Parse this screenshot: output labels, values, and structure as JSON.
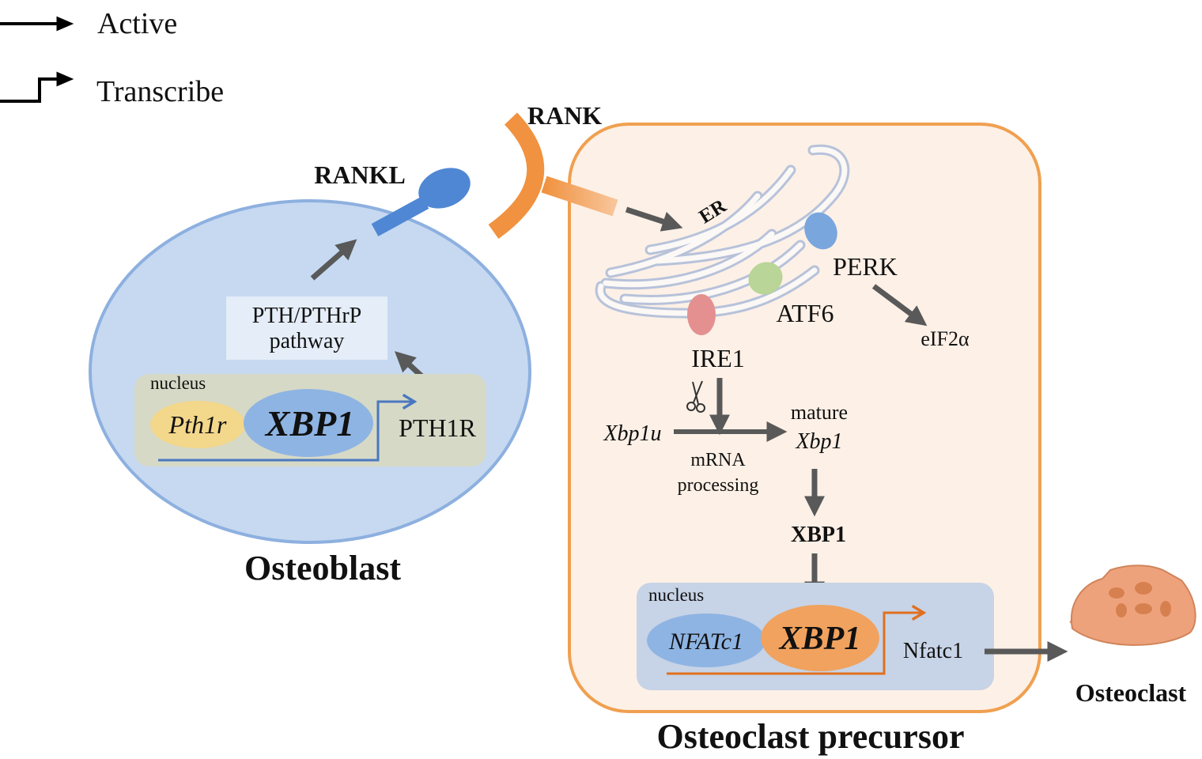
{
  "legend": {
    "active": "Active",
    "transcribe": "Transcribe"
  },
  "osteoblast": {
    "label": "Osteoblast",
    "rankl": "RANKL",
    "pathway_line1": "PTH/PTHrP",
    "pathway_line2": "pathway",
    "nucleus": "nucleus",
    "pth1r_gene": "Pth1r",
    "xbp1": "XBP1",
    "pth1r_protein": "PTH1R"
  },
  "precursor": {
    "label": "Osteoclast precursor",
    "rank": "RANK",
    "er": "ER",
    "perk": "PERK",
    "atf6": "ATF6",
    "ire1": "IRE1",
    "eif2a": "eIF2α",
    "xbp1u": "Xbp1u",
    "mrna_line1": "mRNA",
    "mrna_line2": "processing",
    "mature_line1": "mature",
    "mature_line2": "Xbp1",
    "xbp1_protein": "XBP1",
    "nucleus": "nucleus",
    "nfatc1_protein": "NFATc1",
    "xbp1_nuclear": "XBP1",
    "nfatc1_gene": "Nfatc1"
  },
  "osteoclast": {
    "label": "Osteoclast"
  },
  "colors": {
    "osteoblast_fill": "#c6d9f1",
    "osteoblast_stroke": "#8db0df",
    "precursor_fill": "#fdf0e6",
    "precursor_stroke": "#f0a050",
    "rankl_blue": "#4f87d4",
    "rank_orange": "#f0923f",
    "xbp1_blue": "#8eb4e3",
    "xbp1_orange": "#f0a25e",
    "pth1r_yellow": "#f3d78a",
    "osteoclast_salmon": "#eea27c"
  }
}
